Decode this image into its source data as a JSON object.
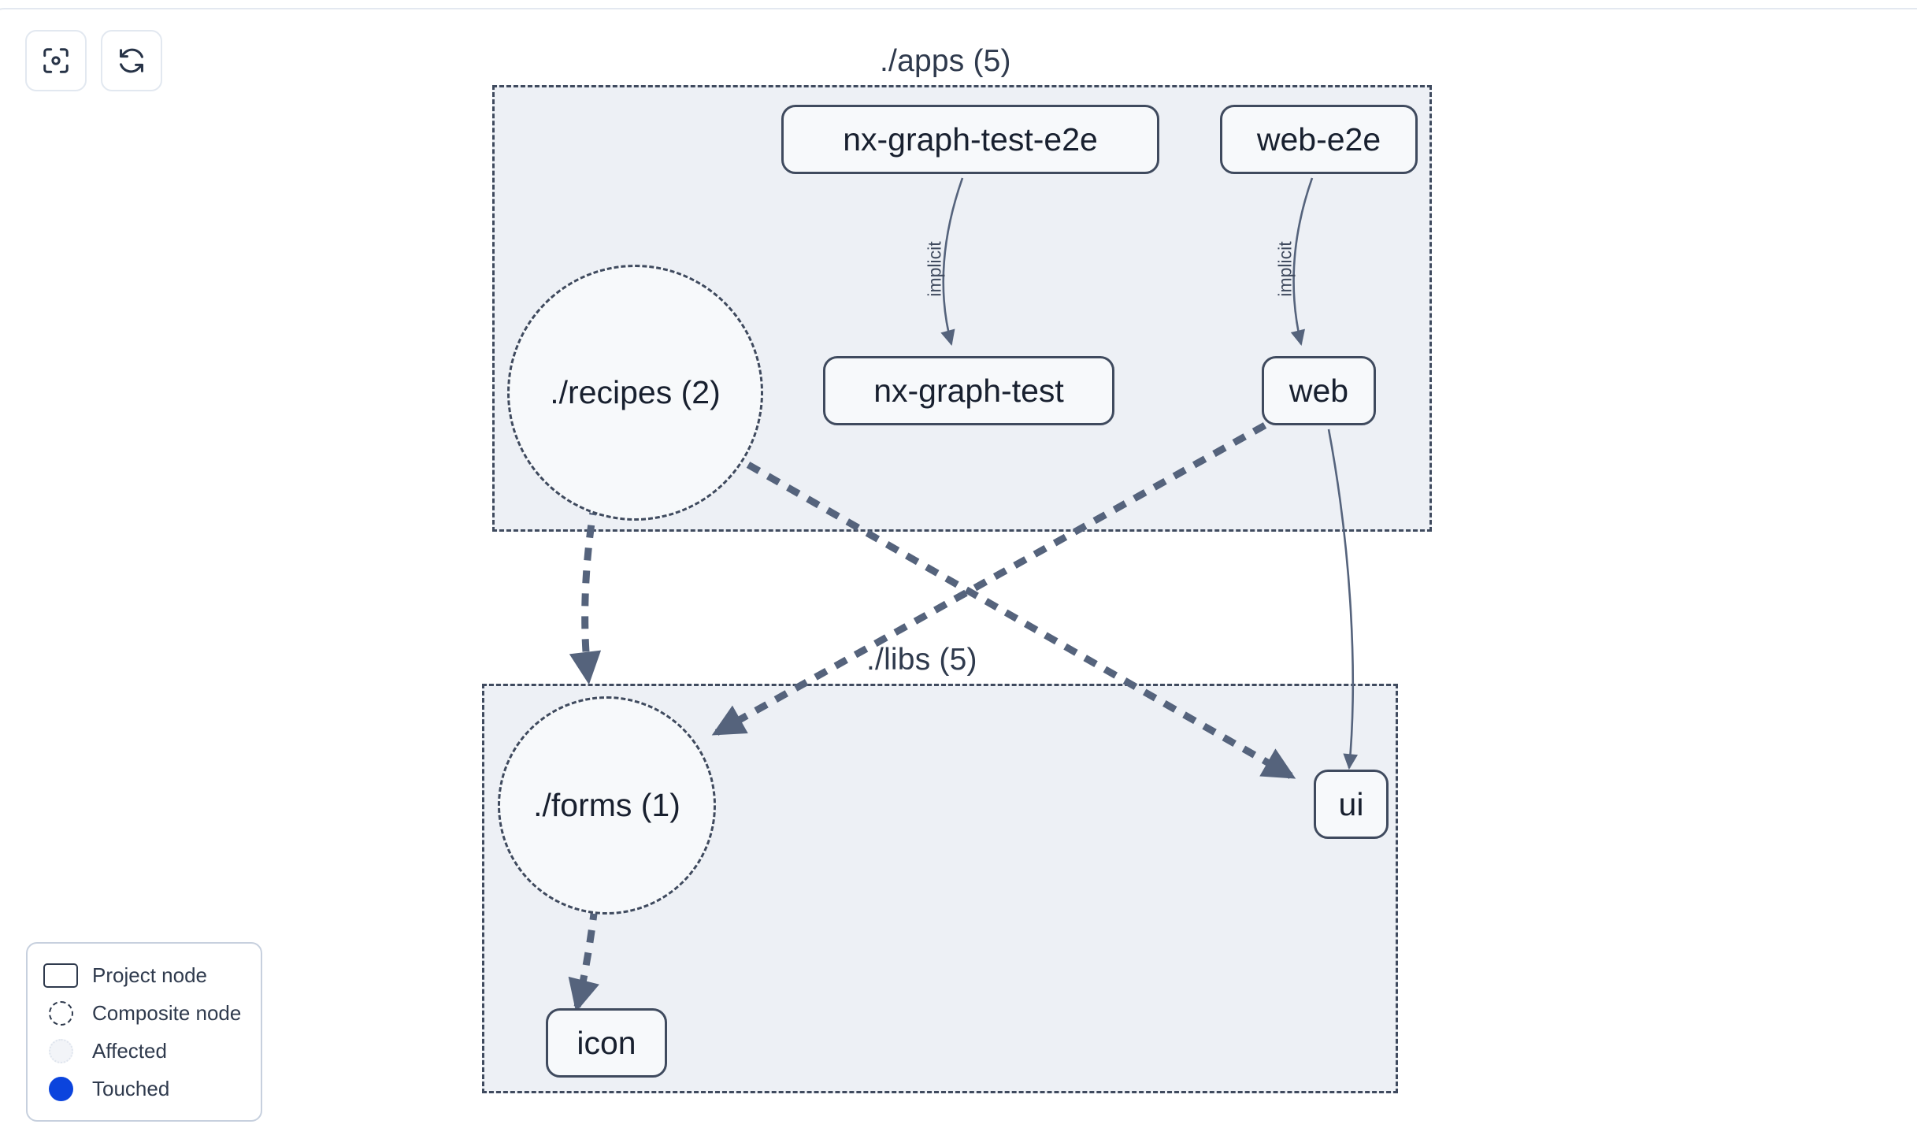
{
  "toolbar": {
    "buttons": [
      {
        "name": "focus-graph-button",
        "icon": "focus-target-icon",
        "label": ""
      },
      {
        "name": "refresh-graph-button",
        "icon": "refresh-icon",
        "label": ""
      }
    ]
  },
  "graph": {
    "groups": [
      {
        "id": "apps",
        "label": "./apps (5)"
      },
      {
        "id": "libs",
        "label": "./libs (5)"
      }
    ],
    "nodes": [
      {
        "id": "nx-graph-test-e2e",
        "label": "nx-graph-test-e2e",
        "type": "project",
        "group": "apps"
      },
      {
        "id": "web-e2e",
        "label": "web-e2e",
        "type": "project",
        "group": "apps"
      },
      {
        "id": "nx-graph-test",
        "label": "nx-graph-test",
        "type": "project",
        "group": "apps"
      },
      {
        "id": "web",
        "label": "web",
        "type": "project",
        "group": "apps"
      },
      {
        "id": "recipes",
        "label": "./recipes (2)",
        "type": "composite",
        "group": "apps"
      },
      {
        "id": "forms",
        "label": "./forms (1)",
        "type": "composite",
        "group": "libs"
      },
      {
        "id": "ui",
        "label": "ui",
        "type": "project",
        "group": "libs"
      },
      {
        "id": "icon",
        "label": "icon",
        "type": "project",
        "group": "libs"
      }
    ],
    "edges": [
      {
        "from": "nx-graph-test-e2e",
        "to": "nx-graph-test",
        "label": "implicit",
        "style": "solid"
      },
      {
        "from": "web-e2e",
        "to": "web",
        "label": "implicit",
        "style": "solid"
      },
      {
        "from": "web",
        "to": "ui",
        "label": "",
        "style": "solid"
      },
      {
        "from": "recipes",
        "to": "forms",
        "label": "",
        "style": "dashed"
      },
      {
        "from": "recipes",
        "to": "ui",
        "label": "",
        "style": "dashed"
      },
      {
        "from": "web",
        "to": "forms",
        "label": "",
        "style": "dashed"
      },
      {
        "from": "forms",
        "to": "icon",
        "label": "",
        "style": "dashed"
      }
    ]
  },
  "legend": {
    "items": [
      {
        "swatch": "project-node-swatch",
        "label": "Project node"
      },
      {
        "swatch": "composite-node-swatch",
        "label": "Composite node"
      },
      {
        "swatch": "affected-swatch",
        "label": "Affected"
      },
      {
        "swatch": "touched-swatch",
        "label": "Touched"
      }
    ]
  },
  "colors": {
    "group_fill": "#edf0f5",
    "node_fill": "#f7f9fb",
    "stroke": "#3f4a5e",
    "text": "#18202f",
    "touched": "#0b44dd",
    "panel_border": "#e3e8f0"
  }
}
